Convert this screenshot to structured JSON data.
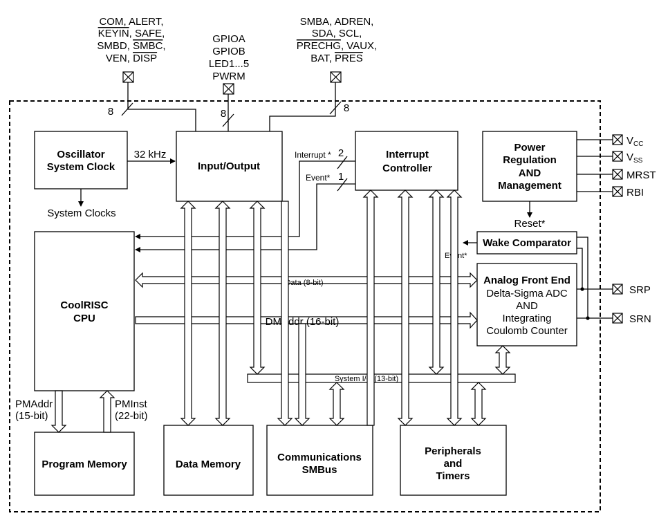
{
  "blocks": {
    "oscillator": [
      "Oscillator",
      "System Clock"
    ],
    "io": "Input/Output",
    "interrupt": [
      "Interrupt",
      "Controller"
    ],
    "power": [
      "Power",
      "Regulation",
      "AND",
      "Management"
    ],
    "cpu": [
      "CoolRISC",
      "CPU"
    ],
    "wake": "Wake Comparator",
    "afe_title": "Analog Front End",
    "afe_lines": [
      "Delta-Sigma ADC",
      "AND",
      "Integrating",
      "Coulomb Counter"
    ],
    "program_memory": "Program Memory",
    "data_memory": "Data Memory",
    "comms": [
      "Communications",
      "SMBus"
    ],
    "periph": [
      "Peripherals",
      "and",
      "Timers"
    ]
  },
  "pin_groups": {
    "left": {
      "line1": "COM, ALERT,",
      "line2a": "KEYIN",
      "line2b": ", SAFE,",
      "line3a": "SMBD, ",
      "line3b": "SMBC",
      "line3c": ",",
      "line4a": "VEN, ",
      "line4b": "DISP",
      "width": "8"
    },
    "middle": {
      "lines": [
        "GPIOA",
        "GPIOB",
        "LED1...5",
        "PWRM"
      ],
      "width": "8"
    },
    "right": {
      "line1": "SMBA, ADREN,",
      "line2": "SDA, SCL,",
      "line3a": "PRECHG",
      "line3b": ", VAUX,",
      "line4a": "BAT, ",
      "line4b": "PRES",
      "width": "8"
    }
  },
  "labels": {
    "clock_freq": "32 kHz",
    "system_clocks": "System Clocks",
    "interrupt_sig": "Interrupt *",
    "interrupt_width": "2",
    "event_sig": "Event*",
    "event_width": "1",
    "reset": "Reset*",
    "event2": "Event*",
    "data_bus": "Data (8-bit)",
    "dmaddr_bus": "DMAddr (16-bit)",
    "system_io_bus": "System I/O (13-bit)",
    "pmaddr": [
      "PMAddr",
      "(15-bit)"
    ],
    "pminst": [
      "PMInst",
      "(22-bit)"
    ]
  },
  "right_pins": {
    "vcc_main": "V",
    "vcc_sub": "CC",
    "vss_main": "V",
    "vss_sub": "SS",
    "mrst": "MRST",
    "rbi": "RBI",
    "srp": "SRP",
    "srn": "SRN"
  }
}
